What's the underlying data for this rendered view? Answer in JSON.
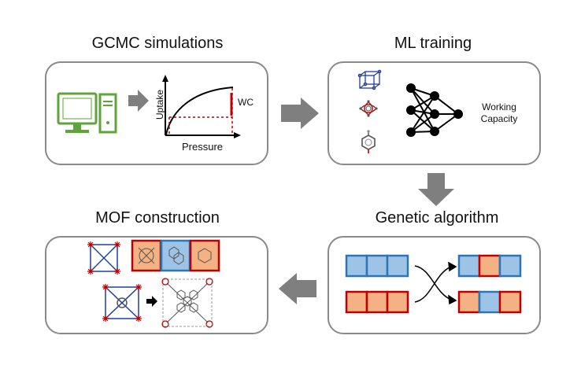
{
  "panels": {
    "gcmc": {
      "title": "GCMC simulations",
      "y_axis_label": "Uptake",
      "x_axis_label": "Pressure",
      "wc_label": "WC"
    },
    "ml": {
      "title": "ML training",
      "output_line1": "Working",
      "output_line2": "Capacity"
    },
    "ga": {
      "title": "Genetic algorithm"
    },
    "mof": {
      "title": "MOF construction"
    }
  },
  "colors": {
    "arrow": "#7f7f7f",
    "panel_border": "#8a8a8a",
    "computer_green": "#5fa43a",
    "red": "#c00000",
    "blue_fill": "#9dc3e6",
    "blue_stroke": "#2e75b6",
    "orange_fill": "#f4b183"
  },
  "icons": [
    "computer-icon",
    "molecule-cube-icon",
    "molecule-ring-icon",
    "benzene-icon",
    "neural-network-icon"
  ]
}
